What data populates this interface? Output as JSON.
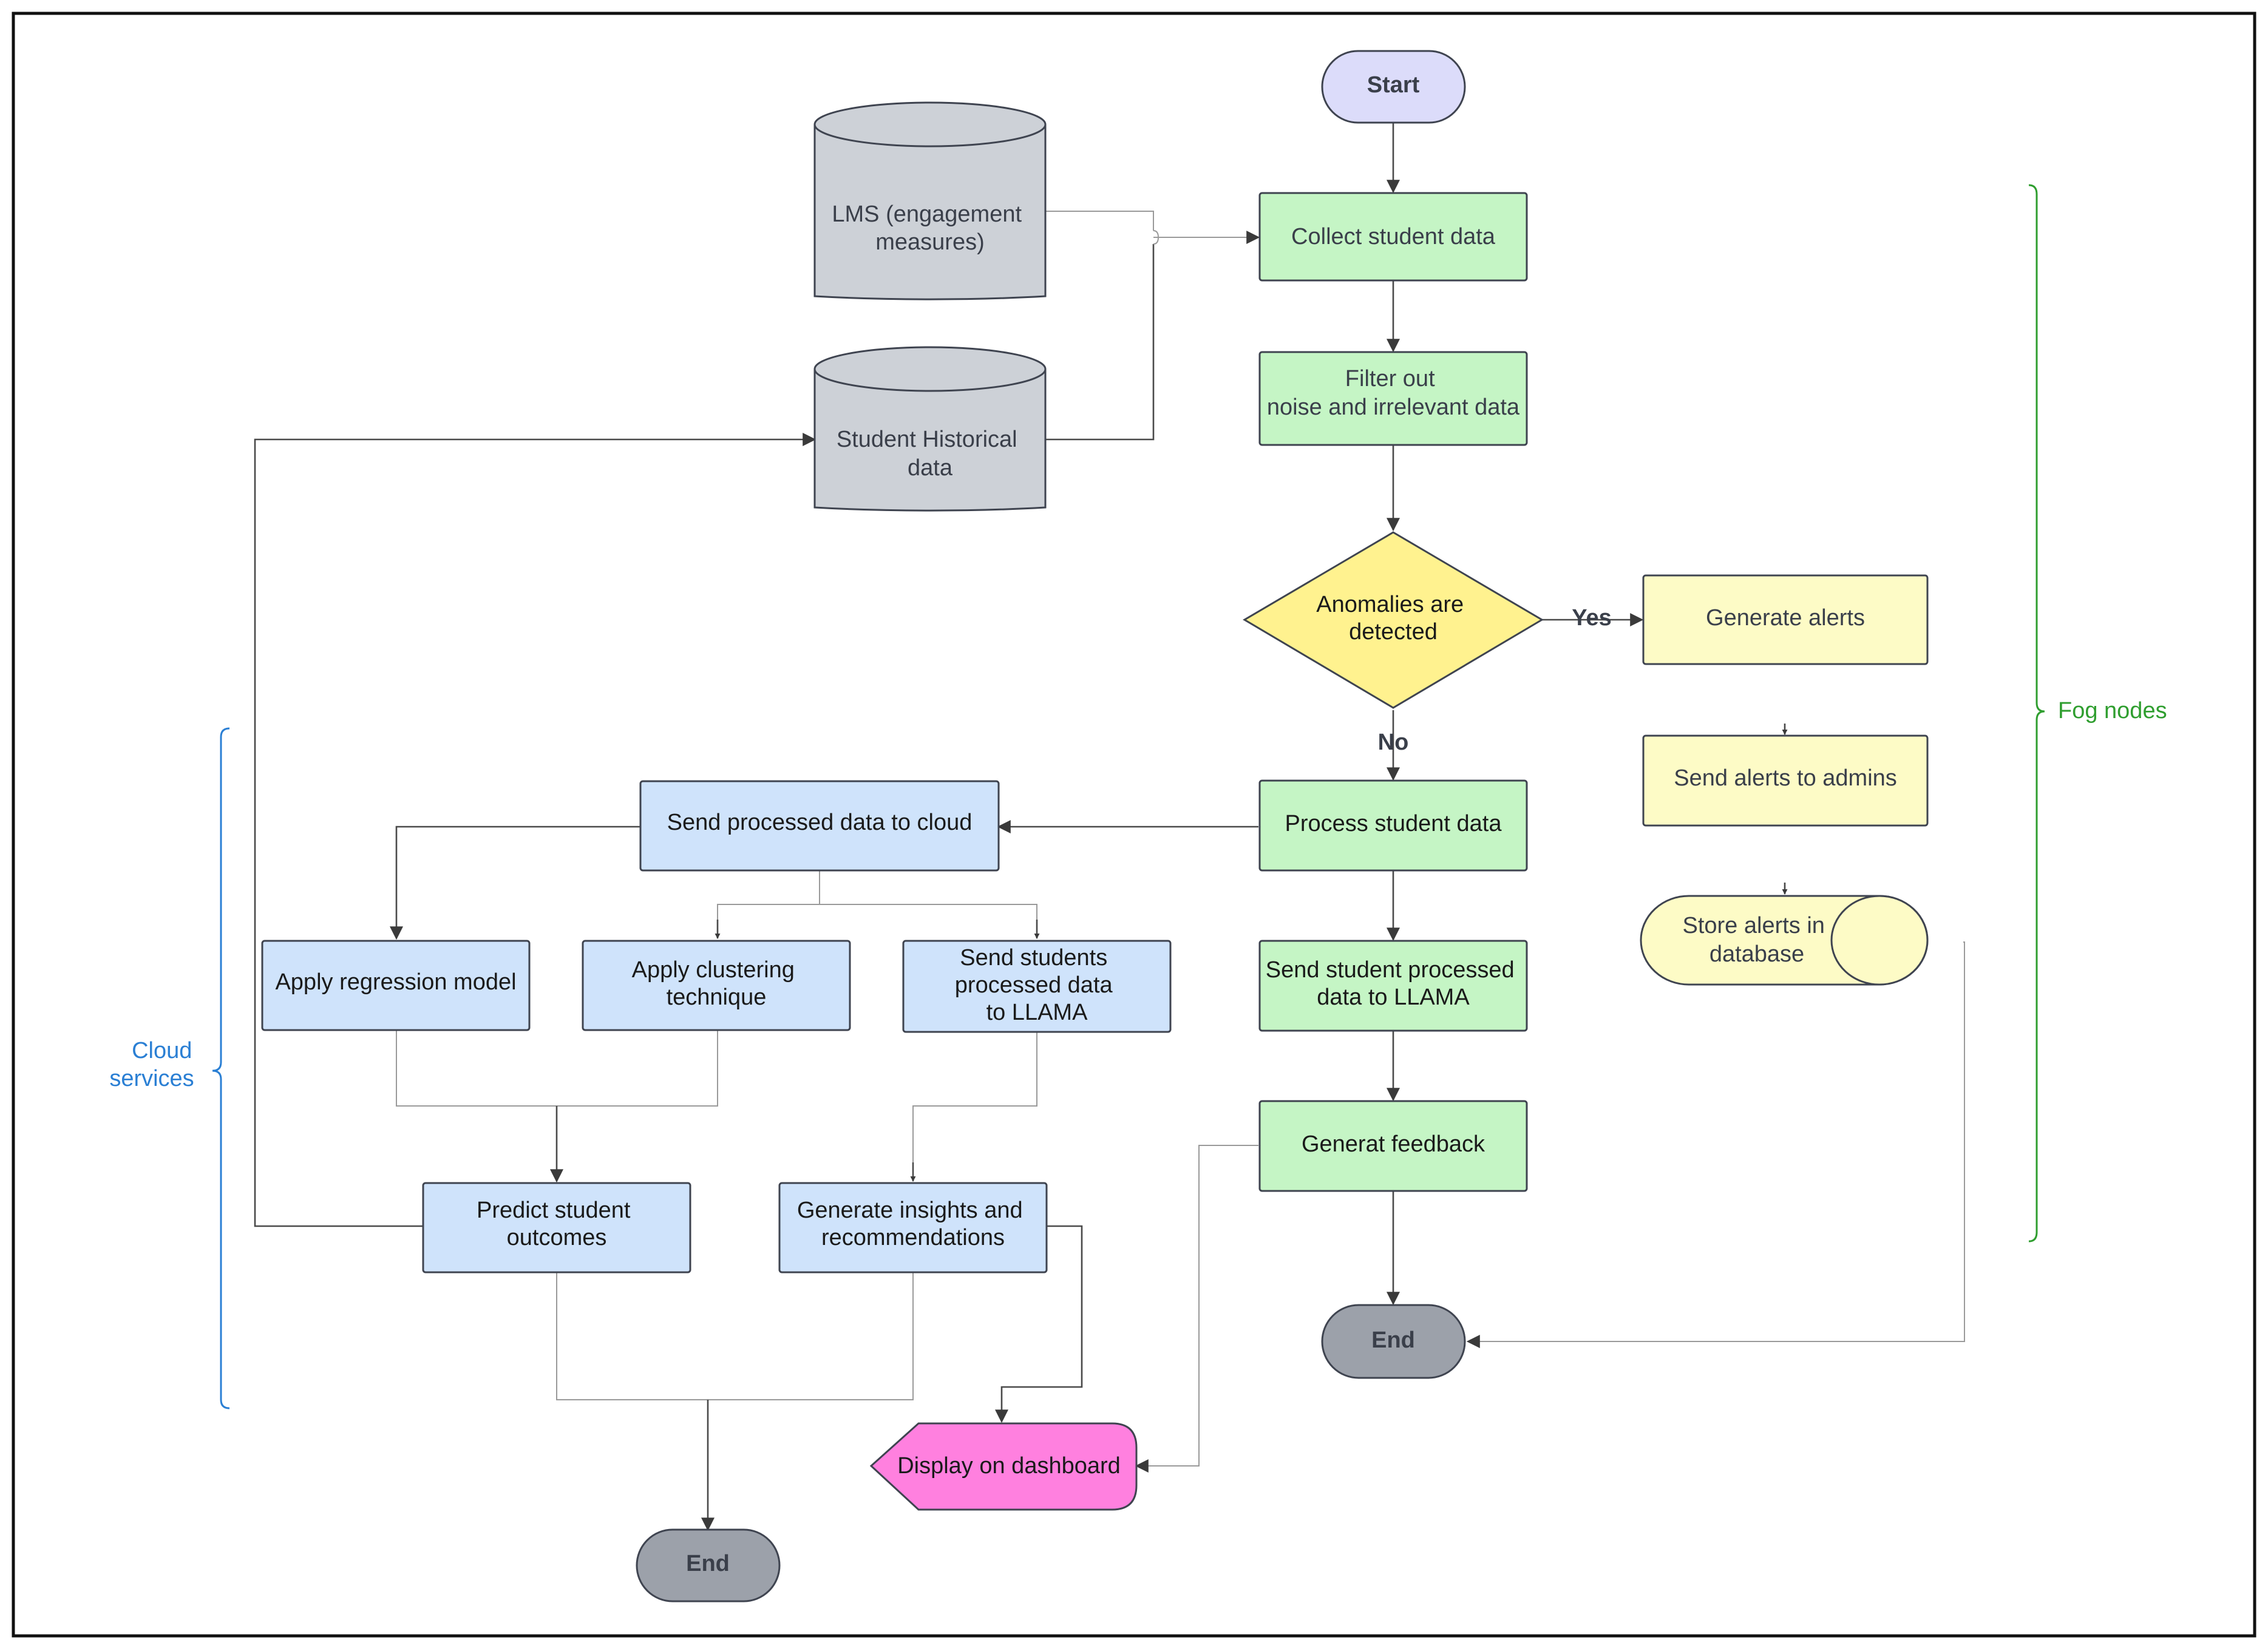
{
  "colors": {
    "terminal_start": "#dcdcfa",
    "terminal_end": "#9ca1aa",
    "fog_process": "#c5f5c5",
    "cloud_process": "#cfe3fb",
    "decision": "#fff28f",
    "alert": "#fdfbc6",
    "datastore": "#cdd1d7",
    "display": "#ff80df",
    "fog_brace": "#2f9e2f",
    "cloud_brace": "#2a7fd4"
  },
  "nodes": {
    "start": "Start",
    "collect": "Collect student data",
    "filter": "Filter out noise and irrelevant data",
    "decision": "Anomalies are detected",
    "generate_alerts": "Generate alerts",
    "send_alerts": "Send alerts to admins",
    "store_alerts": "Store alerts in database",
    "process": "Process student data",
    "send_llama_fog": "Send student processed data to LLAMA",
    "feedback": "Generat feedback",
    "end_fog": "End",
    "lms": "LMS (engagement measures)",
    "historical": "Student Historical data",
    "send_cloud": "Send processed data to cloud",
    "regression": "Apply regression model",
    "clustering": "Apply clustering technique",
    "send_llama_cloud": "Send students processed data to LLAMA",
    "predict": "Predict student outcomes",
    "insights": "Generate insights and recommendations",
    "display": "Display on dashboard",
    "end_cloud": "End"
  },
  "edge_labels": {
    "yes": "Yes",
    "no": "No"
  },
  "groups": {
    "fog": "Fog nodes",
    "cloud": "Cloud services"
  }
}
